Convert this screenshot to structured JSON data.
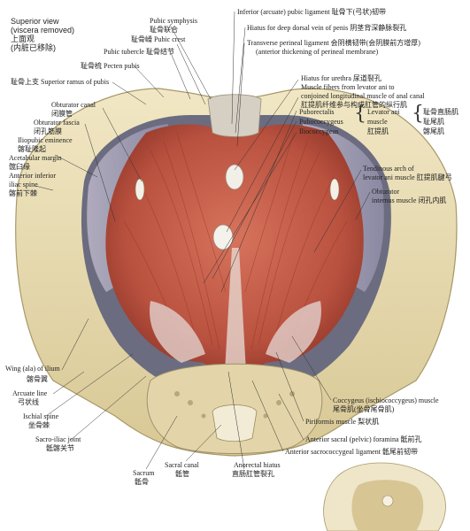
{
  "title": {
    "en": "Superior view",
    "en_sub": "(viscera removed)",
    "zh": "上面观",
    "zh_sub": "(内脏已移除)"
  },
  "labels_top": [
    {
      "id": "pubic-symphysis",
      "en": "Pubic symphysis",
      "zh": "耻骨联合"
    },
    {
      "id": "pubic-crest",
      "en": "耻骨嵴 Pubic crest",
      "zh": ""
    },
    {
      "id": "pubic-tubercle",
      "en": "Pubic tubercle 耻骨结节",
      "zh": ""
    },
    {
      "id": "pecten-pubis",
      "en": "耻骨梳 Pecten pubis",
      "zh": ""
    },
    {
      "id": "superior-ramus",
      "en": "耻骨上支 Superior ramus of pubis",
      "zh": ""
    },
    {
      "id": "inferior-pubic-ligament",
      "en": "Inferior (arcuate) pubic ligament 耻骨下(弓状)韧带",
      "zh": ""
    },
    {
      "id": "hiatus-dorsal-vein",
      "en": "Hiatus for deep dorsal vein of penis 阴茎背深静脉裂孔",
      "zh": ""
    },
    {
      "id": "transverse-perineal-ligament",
      "en": "Transverse perineal ligament 会阴横韧带(会阴膜前方增厚)",
      "zh": "(anterior thickening of perineal membrane)"
    },
    {
      "id": "hiatus-urethra",
      "en": "Hiatus for urethra 尿道裂孔",
      "zh": ""
    },
    {
      "id": "muscle-fibers-levator",
      "en": "Muscle fibers from levator ani to",
      "zh": "conjoined longitudinal muscle of anal canal"
    },
    {
      "id": "muscle-fibers-zh",
      "en": "肛提肌纤维参与构成肛管的纵行肌",
      "zh": ""
    }
  ],
  "levator_group": {
    "items": [
      "Puborectalis",
      "Pubococcygeus",
      "Iliococcygeus"
    ],
    "en": "Levator ani",
    "en2": "muscle",
    "zh": "肛提肌",
    "zh_items": [
      "耻骨直肠肌",
      "耻尾肌",
      "髂尾肌"
    ]
  },
  "labels_right": [
    {
      "id": "tendinous-arch",
      "en": "Tendinous arch of",
      "zh": "levator ani muscle 肛提肌腱弓"
    },
    {
      "id": "obturator-internus",
      "en": "Obturator",
      "zh": "internus muscle 闭孔内肌"
    },
    {
      "id": "coccygeus",
      "en": "Coccygeus (ischiococcygeus) muscle",
      "zh": "尾骨肌(坐骨尾骨肌)"
    },
    {
      "id": "piriformis",
      "en": "Piriformis muscle 梨状肌",
      "zh": ""
    },
    {
      "id": "anterior-sacral-foramina",
      "en": "Anterior sacral (pelvic) foramina 骶前孔",
      "zh": ""
    },
    {
      "id": "anterior-sacrococcygeal",
      "en": "Anterior sacrococcygeal ligament 骶尾前韧带",
      "zh": ""
    }
  ],
  "labels_left": [
    {
      "id": "obturator-canal",
      "en": "Obturator canal",
      "zh": "闭膜管"
    },
    {
      "id": "obturator-fascia",
      "en": "Obturator fascia",
      "zh": "闭孔筋膜"
    },
    {
      "id": "iliopubic-eminence",
      "en": "Iliopubic eminence",
      "zh": "髂耻隆起"
    },
    {
      "id": "acetabular-margin",
      "en": "Acetabular margin",
      "zh": "髋臼缘"
    },
    {
      "id": "anterior-inferior-iliac-spine",
      "en": "Anterior inferior",
      "en2": "iliac spine",
      "zh": "髂前下棘"
    },
    {
      "id": "wing-ilium",
      "en": "Wing (ala) of ilium",
      "zh": "髂骨翼"
    },
    {
      "id": "arcuate-line",
      "en": "Arcuate line",
      "zh": "弓状线"
    },
    {
      "id": "ischial-spine",
      "en": "Ischial spine",
      "zh": "坐骨棘"
    },
    {
      "id": "sacro-iliac-joint",
      "en": "Sacro-iliac joint",
      "zh": "骶髂关节"
    }
  ],
  "labels_bottom": [
    {
      "id": "sacrum",
      "en": "Sacrum",
      "zh": "骶骨"
    },
    {
      "id": "sacral-canal",
      "en": "Sacral canal",
      "zh": "骶管"
    },
    {
      "id": "anorectal-hiatus",
      "en": "Anorectal hiatus",
      "zh": "直肠肛管裂孔"
    }
  ],
  "colors": {
    "bone": "#e9dcb0",
    "bone_dark": "#c9b88a",
    "muscle": "#c7604e",
    "muscle_dark": "#9c3f33",
    "fascia": "#a9a6b8",
    "tendon": "#e8e0e8"
  }
}
